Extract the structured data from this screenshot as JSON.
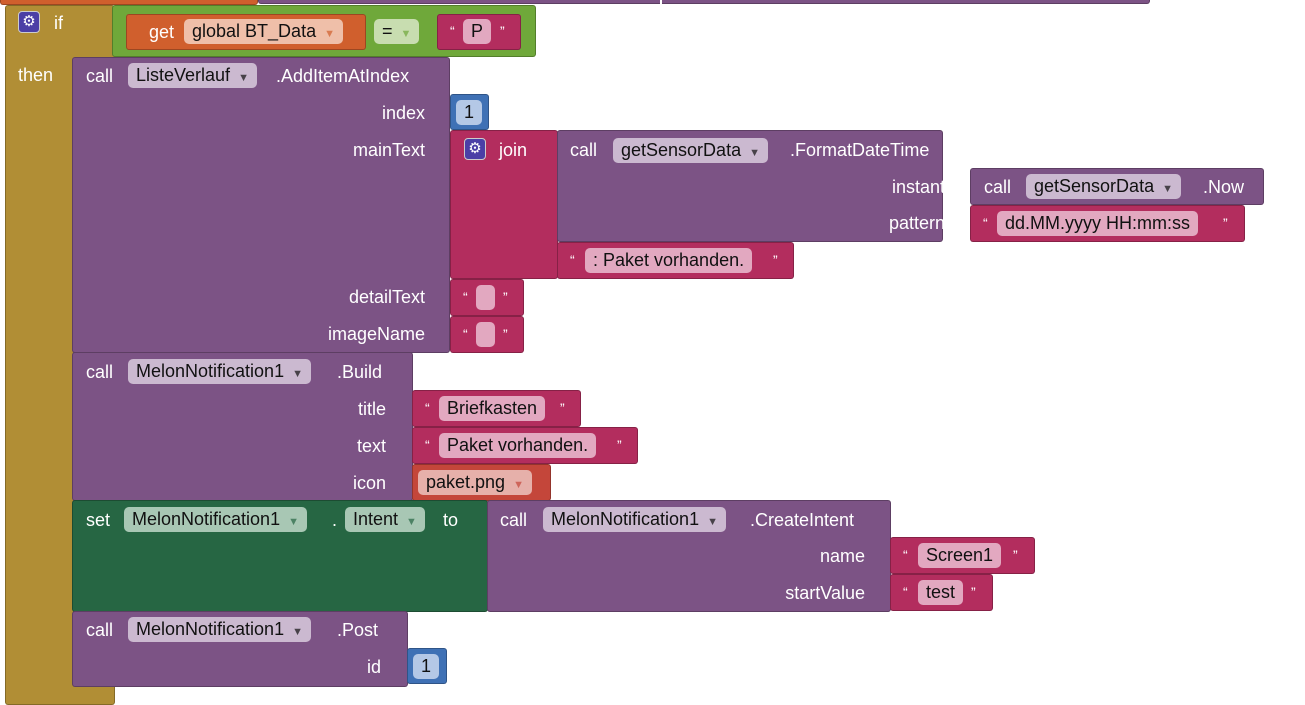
{
  "colors": {
    "control": "#b18e35",
    "logic": "#6fa83a",
    "variable": "#d05f2d",
    "component": "#7c5385",
    "text": "#b32d5e",
    "math": "#3f71b5",
    "setter": "#266643",
    "asset": "#c4463a"
  },
  "if_block": {
    "if": "if",
    "then": "then",
    "gear_icon": "gear-icon"
  },
  "condition": {
    "get": "get",
    "variable": "global BT_Data",
    "op": "=",
    "text": "P"
  },
  "add_item": {
    "call": "call",
    "component": "ListeVerlauf",
    "method": ".AddItemAtIndex",
    "index_label": "index",
    "index": "1",
    "maintext_label": "mainText",
    "detailtext_label": "detailText",
    "imagename_label": "imageName",
    "detail_value": "",
    "image_value": ""
  },
  "join": {
    "label": "join"
  },
  "format": {
    "call": "call",
    "component": "getSensorData",
    "method": ".FormatDateTime",
    "instant_label": "instant",
    "pattern_label": "pattern",
    "pattern": "dd.MM.yyyy HH:mm:ss"
  },
  "now": {
    "call": "call",
    "component": "getSensorData",
    "method": ".Now"
  },
  "suffix_text": ": Paket vorhanden.",
  "build": {
    "call": "call",
    "component": "MelonNotification1",
    "method": ".Build",
    "title_label": "title",
    "text_label": "text",
    "icon_label": "icon",
    "title": "Briefkasten",
    "text": "Paket vorhanden.",
    "icon": "paket.png"
  },
  "set_intent": {
    "set": "set",
    "component": "MelonNotification1",
    "property": "Intent",
    "to": "to"
  },
  "create_intent": {
    "call": "call",
    "component": "MelonNotification1",
    "method": ".CreateIntent",
    "name_label": "name",
    "startvalue_label": "startValue",
    "name": "Screen1",
    "startvalue": "test"
  },
  "post": {
    "call": "call",
    "component": "MelonNotification1",
    "method": ".Post",
    "id_label": "id",
    "id": "1"
  },
  "quote_open": "“",
  "quote_close": "”"
}
